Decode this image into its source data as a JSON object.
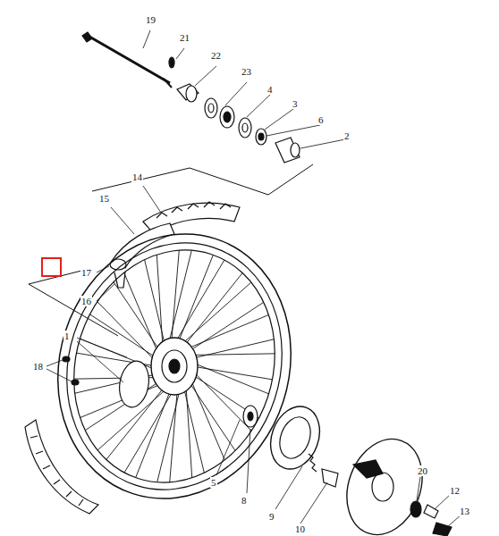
{
  "diagram": {
    "labels": [
      "19",
      "21",
      "22",
      "23",
      "4",
      "3",
      "6",
      "2",
      "14",
      "15",
      "17",
      "16",
      "1",
      "18",
      "5",
      "8",
      "9",
      "10",
      "20",
      "12",
      "13"
    ]
  }
}
